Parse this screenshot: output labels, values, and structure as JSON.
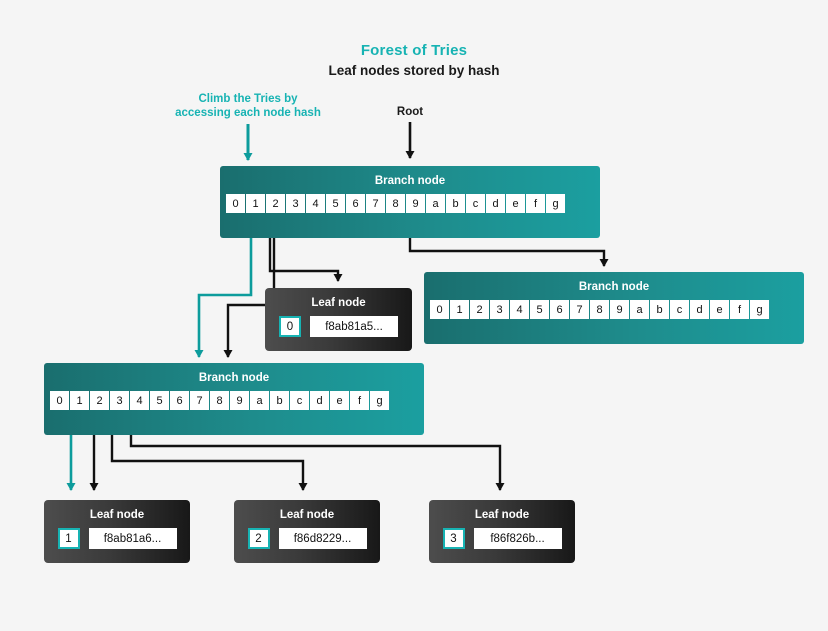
{
  "header": {
    "title": "Forest of Tries",
    "subtitle": "Leaf nodes stored by hash",
    "title_color": "#17b3b3"
  },
  "annotations": [
    {
      "id": "climb",
      "line1": "Climb the Tries by",
      "line2": "accessing each node hash",
      "color": "#17b3b3"
    },
    {
      "id": "root",
      "line1": "Root",
      "line2": "",
      "color": "#1a1a1a"
    }
  ],
  "labels": {
    "branch_node": "Branch node",
    "leaf_node": "Leaf node"
  },
  "nibbles": [
    "0",
    "1",
    "2",
    "3",
    "4",
    "5",
    "6",
    "7",
    "8",
    "9",
    "a",
    "b",
    "c",
    "d",
    "e",
    "f",
    "g"
  ],
  "branch_nodes": [
    {
      "id": "root-branch",
      "title": "Branch node"
    },
    {
      "id": "right-branch",
      "title": "Branch node"
    },
    {
      "id": "left-branch",
      "title": "Branch node"
    }
  ],
  "leaf_nodes": [
    {
      "id": "leaf-0",
      "title": "Leaf node",
      "index": "0",
      "hash": "f8ab81a5..."
    },
    {
      "id": "leaf-1",
      "title": "Leaf node",
      "index": "1",
      "hash": "f8ab81a6..."
    },
    {
      "id": "leaf-2",
      "title": "Leaf node",
      "index": "2",
      "hash": "f86d8229..."
    },
    {
      "id": "leaf-3",
      "title": "Leaf node",
      "index": "3",
      "hash": "f86f826b..."
    }
  ],
  "colors": {
    "background": "#f5f5f5",
    "teal_accent": "#17b3b3",
    "teal_wire": "#0d9c9c",
    "branch_gradient_from": "#1a6e6e",
    "branch_gradient_to": "#1b9fa0",
    "leaf_gradient_from": "#4d4d4d",
    "leaf_gradient_to": "#181818",
    "wire_dark": "#111111"
  }
}
